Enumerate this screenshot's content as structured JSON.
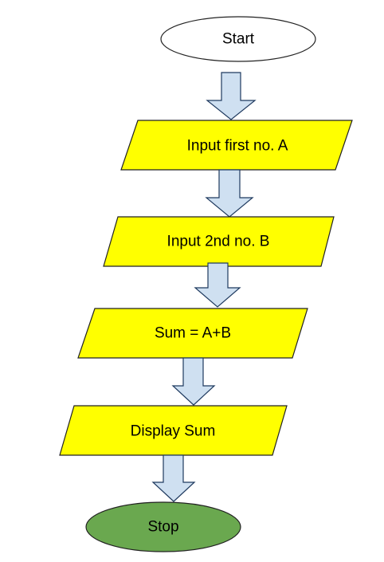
{
  "diagram": {
    "type": "flowchart",
    "nodes": [
      {
        "id": "start",
        "shape": "ellipse",
        "label": "Start",
        "fill": "#ffffff"
      },
      {
        "id": "input-a",
        "shape": "parallelogram",
        "label": "Input first no. A",
        "fill": "#ffff00"
      },
      {
        "id": "input-b",
        "shape": "parallelogram",
        "label": "Input 2nd no. B",
        "fill": "#ffff00"
      },
      {
        "id": "sum",
        "shape": "parallelogram",
        "label": "Sum = A+B",
        "fill": "#ffff00"
      },
      {
        "id": "display",
        "shape": "parallelogram",
        "label": "Display Sum",
        "fill": "#ffff00"
      },
      {
        "id": "stop",
        "shape": "ellipse",
        "label": "Stop",
        "fill": "#6aa84f"
      }
    ],
    "edges": [
      {
        "from": "start",
        "to": "input-a"
      },
      {
        "from": "input-a",
        "to": "input-b"
      },
      {
        "from": "input-b",
        "to": "sum"
      },
      {
        "from": "sum",
        "to": "display"
      },
      {
        "from": "display",
        "to": "stop"
      }
    ],
    "colors": {
      "arrow_fill": "#cfe0f1",
      "arrow_stroke": "#1f3a5f",
      "outline": "#222222"
    }
  }
}
